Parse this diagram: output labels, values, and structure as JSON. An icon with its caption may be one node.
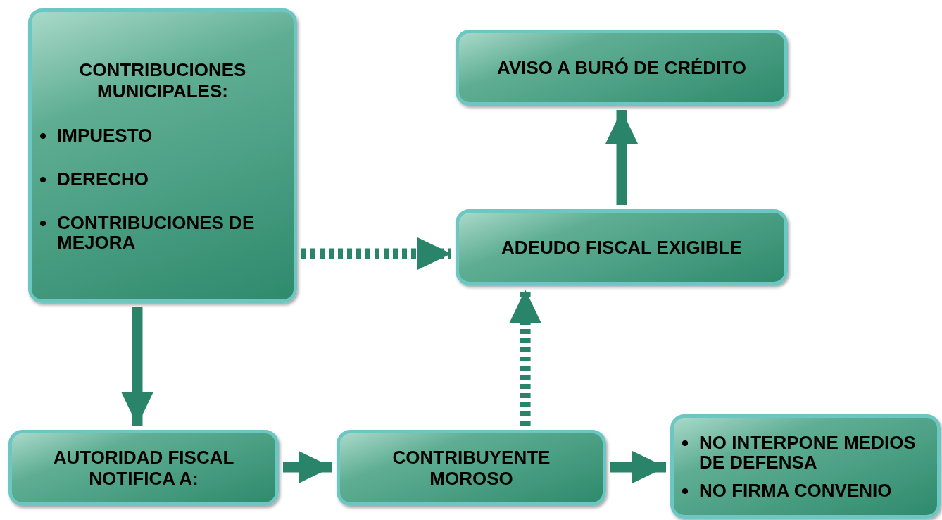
{
  "diagram": {
    "nodes": [
      {
        "text": [
          "CONTRIBUCIONES MUNICIPALES:",
          "IMPUESTO",
          "DERECHO",
          "CONTRIBUCIONES DE MEJORA"
        ]
      },
      {
        "text": [
          "AVISO A BURÓ DE CRÉDITO"
        ]
      },
      {
        "text": [
          "ADEUDO FISCAL EXIGIBLE"
        ]
      },
      {
        "text": [
          "AUTORIDAD FISCAL NOTIFICA A:"
        ]
      },
      {
        "text": [
          "CONTRIBUYENTE MOROSO"
        ]
      },
      {
        "text": [
          "NO INTERPONE MEDIOS DE DEFENSA",
          "NO FIRMA CONVENIO"
        ]
      }
    ],
    "edges": [
      {
        "from": 0,
        "to": 2,
        "arrow": "to",
        "style": "dashed"
      },
      {
        "from": 2,
        "to": 1,
        "arrow": "to"
      },
      {
        "from": 0,
        "to": 3,
        "arrow": "to"
      },
      {
        "from": 3,
        "to": 4,
        "arrow": "to"
      },
      {
        "from": 4,
        "to": 2,
        "arrow": "to",
        "style": "dashed"
      },
      {
        "from": 4,
        "to": 5,
        "arrow": "to"
      }
    ]
  }
}
